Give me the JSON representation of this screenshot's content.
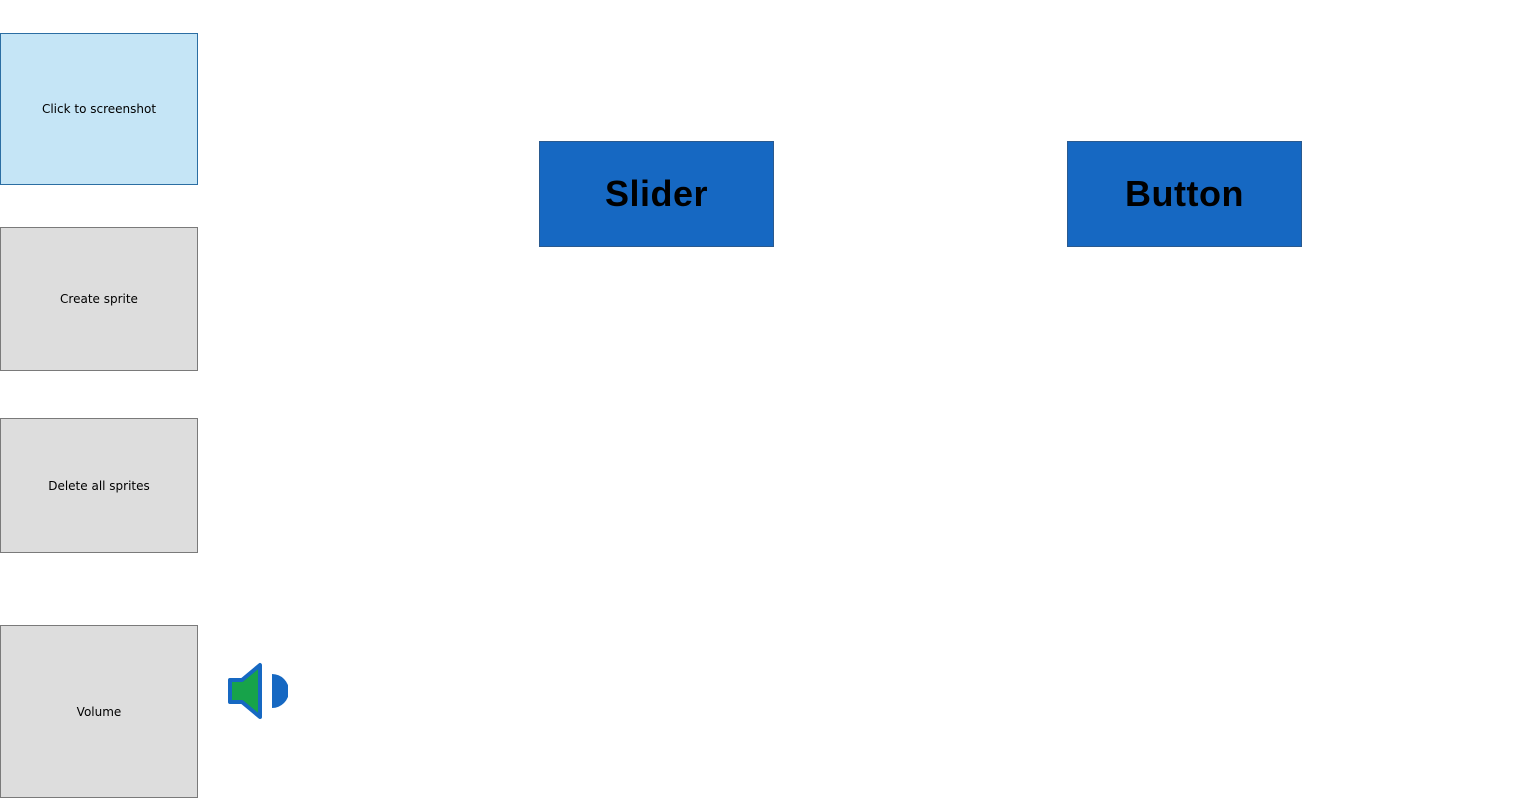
{
  "sidebar": {
    "screenshot_label": "Click to screenshot",
    "create_sprite_label": "Create sprite",
    "delete_sprites_label": "Delete all sprites",
    "volume_label": "Volume"
  },
  "main": {
    "slider_label": "Slider",
    "button_label": "Button"
  },
  "icons": {
    "volume": "speaker-icon"
  },
  "colors": {
    "active_button_bg": "#c5e5f6",
    "default_button_bg": "#dddddd",
    "primary_blue": "#1668c2",
    "speaker_green": "#17a34a"
  }
}
